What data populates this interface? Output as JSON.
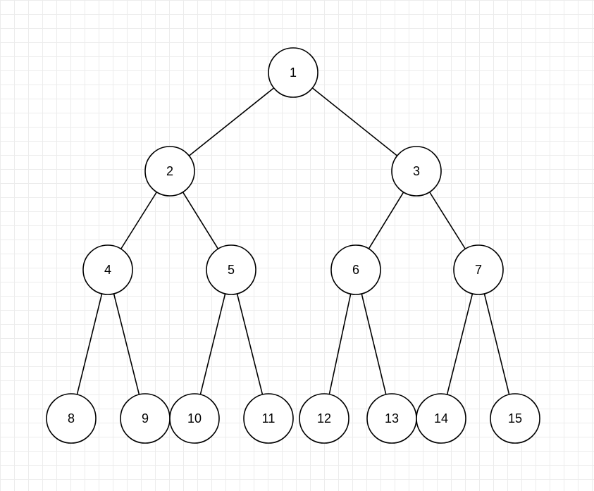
{
  "tree": {
    "nodes": [
      {
        "id": "1",
        "label": "1"
      },
      {
        "id": "2",
        "label": "2"
      },
      {
        "id": "3",
        "label": "3"
      },
      {
        "id": "4",
        "label": "4"
      },
      {
        "id": "5",
        "label": "5"
      },
      {
        "id": "6",
        "label": "6"
      },
      {
        "id": "7",
        "label": "7"
      },
      {
        "id": "8",
        "label": "8"
      },
      {
        "id": "9",
        "label": "9"
      },
      {
        "id": "10",
        "label": "10"
      },
      {
        "id": "11",
        "label": "11"
      },
      {
        "id": "12",
        "label": "12"
      },
      {
        "id": "13",
        "label": "13"
      },
      {
        "id": "14",
        "label": "14"
      },
      {
        "id": "15",
        "label": "15"
      }
    ],
    "edges": [
      [
        "1",
        "2"
      ],
      [
        "1",
        "3"
      ],
      [
        "2",
        "4"
      ],
      [
        "2",
        "5"
      ],
      [
        "3",
        "6"
      ],
      [
        "3",
        "7"
      ],
      [
        "4",
        "8"
      ],
      [
        "4",
        "9"
      ],
      [
        "5",
        "10"
      ],
      [
        "5",
        "11"
      ],
      [
        "6",
        "12"
      ],
      [
        "6",
        "13"
      ],
      [
        "7",
        "14"
      ],
      [
        "7",
        "15"
      ]
    ]
  },
  "colors": {
    "background": "#ffffff",
    "grid": "#ececec",
    "stroke": "#000000"
  }
}
